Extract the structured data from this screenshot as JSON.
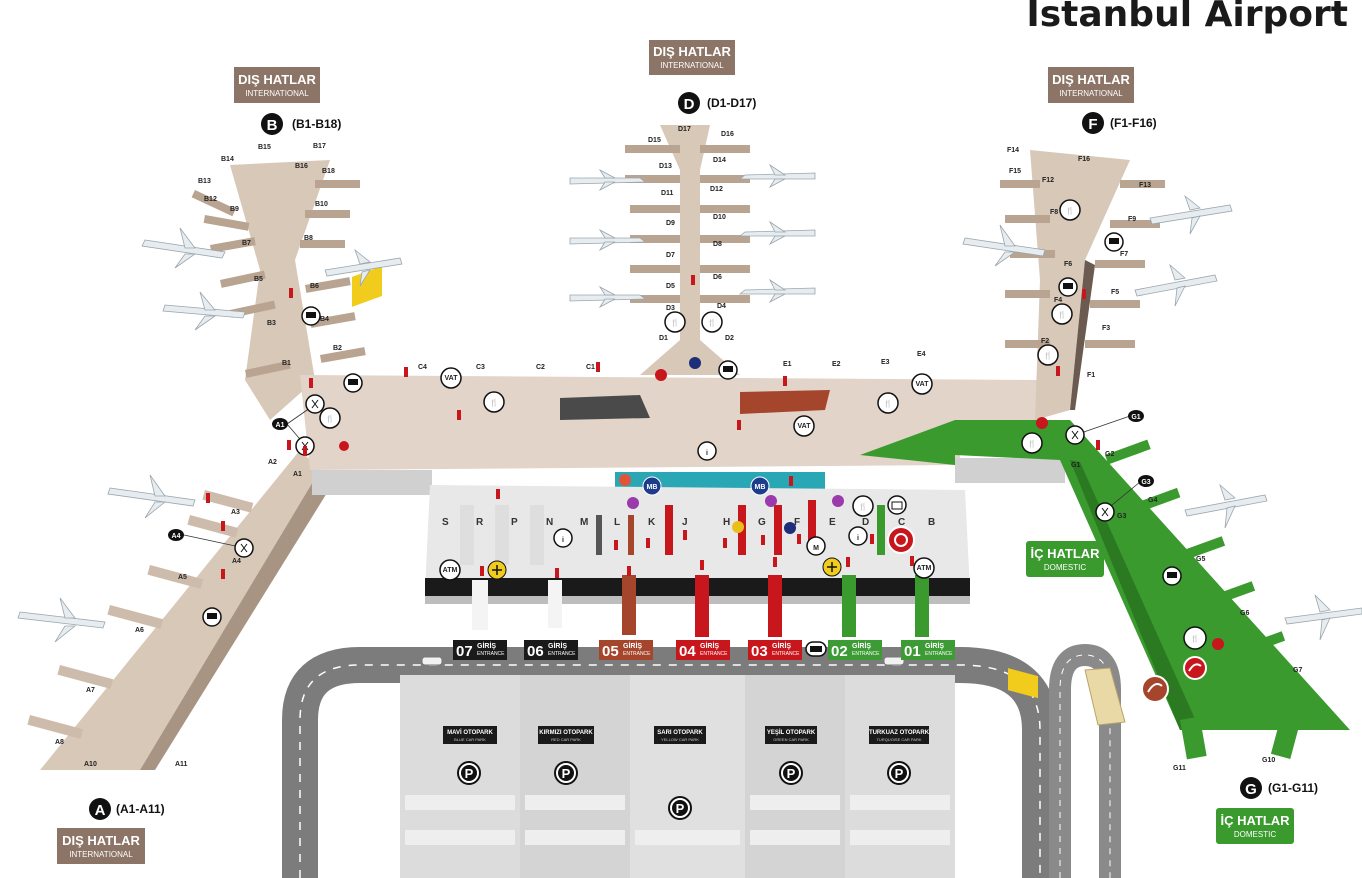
{
  "title": "İstanbul Airport",
  "piers": [
    {
      "id": "A",
      "range": "(A1-A11)",
      "badge_main": "DIŞ HATLAR",
      "badge_sub": "INTERNATIONAL",
      "badge_type": "international",
      "gates": [
        "A1",
        "A2",
        "A3",
        "A4",
        "A5",
        "A6",
        "A7",
        "A8",
        "A10",
        "A11"
      ]
    },
    {
      "id": "B",
      "range": "(B1-B18)",
      "badge_main": "DIŞ HATLAR",
      "badge_sub": "INTERNATIONAL",
      "badge_type": "international",
      "gates": [
        "B1",
        "B2",
        "B3",
        "B4",
        "B5",
        "B6",
        "B7",
        "B8",
        "B9",
        "B10",
        "B12",
        "B13",
        "B14",
        "B15",
        "B16",
        "B17",
        "B18"
      ]
    },
    {
      "id": "D",
      "range": "(D1-D17)",
      "badge_main": "DIŞ HATLAR",
      "badge_sub": "INTERNATIONAL",
      "badge_type": "international",
      "gates": [
        "D1",
        "D2",
        "D3",
        "D4",
        "D5",
        "D6",
        "D7",
        "D8",
        "D9",
        "D10",
        "D11",
        "D12",
        "D13",
        "D14",
        "D15",
        "D16",
        "D17"
      ]
    },
    {
      "id": "F",
      "range": "(F1-F16)",
      "badge_main": "DIŞ HATLAR",
      "badge_sub": "INTERNATIONAL",
      "badge_type": "international",
      "gates": [
        "F1",
        "F2",
        "F3",
        "F4",
        "F5",
        "F6",
        "F7",
        "F8",
        "F9",
        "F12",
        "F13",
        "F14",
        "F15",
        "F16"
      ]
    },
    {
      "id": "G",
      "range": "(G1-G11)",
      "badge_main": "İÇ HATLAR",
      "badge_sub": "DOMESTIC",
      "badge_type": "domestic",
      "gates": [
        "G1",
        "G2",
        "G3",
        "G4",
        "G5",
        "G6",
        "G7",
        "G10",
        "G11"
      ]
    }
  ],
  "domestic_badge_center": {
    "main": "İÇ HATLAR",
    "sub": "DOMESTIC"
  },
  "concourse_gates": [
    "C1",
    "C2",
    "C3",
    "C4",
    "E1",
    "E2",
    "E3",
    "E4"
  ],
  "checkin_rows": [
    "S",
    "R",
    "P",
    "N",
    "M",
    "L",
    "K",
    "J",
    "H",
    "G",
    "F",
    "E",
    "D",
    "C",
    "B"
  ],
  "entrances": [
    {
      "num": "07",
      "main": "GİRİŞ",
      "sub": "ENTRANCE",
      "color": "#1a1a1a"
    },
    {
      "num": "06",
      "main": "GİRİŞ",
      "sub": "ENTRANCE",
      "color": "#1a1a1a"
    },
    {
      "num": "05",
      "main": "GİRİŞ",
      "sub": "ENTRANCE",
      "color": "#a4452c"
    },
    {
      "num": "04",
      "main": "GİRİŞ",
      "sub": "ENTRANCE",
      "color": "#c8161d"
    },
    {
      "num": "03",
      "main": "GİRİŞ",
      "sub": "ENTRANCE",
      "color": "#c8161d"
    },
    {
      "num": "02",
      "main": "GİRİŞ",
      "sub": "ENTRANCE",
      "color": "#3d9b35"
    },
    {
      "num": "01",
      "main": "GİRİŞ",
      "sub": "ENTRANCE",
      "color": "#3d9b35"
    }
  ],
  "car_parks": [
    {
      "name": "MAVİ OTOPARK",
      "sub": "BLUE CAR PARK"
    },
    {
      "name": "KIRMIZI OTOPARK",
      "sub": "RED CAR PARK"
    },
    {
      "name": "SARI OTOPARK",
      "sub": "YELLOW CAR PARK"
    },
    {
      "name": "YEŞİL OTOPARK",
      "sub": "GREEN CAR PARK"
    },
    {
      "name": "TURKUAZ OTOPARK",
      "sub": "TURQUOISE CAR PARK"
    }
  ],
  "parking_symbol": "P",
  "icon_labels": {
    "vat": "VAT",
    "atm": "ATM",
    "info": "i",
    "metro": "M",
    "msb": "MB"
  },
  "colors": {
    "international_pier": "#d8c8b8",
    "international_badge": "#8c7466",
    "domestic_pier": "#3a9a2e",
    "domestic_badge": "#3a9a2e",
    "pier_letter_bg": "#111111",
    "road": "#9a9a9a",
    "terminal_floor": "#e8e8e8",
    "accent_red": "#c8161d",
    "accent_teal": "#2aa7b5"
  }
}
